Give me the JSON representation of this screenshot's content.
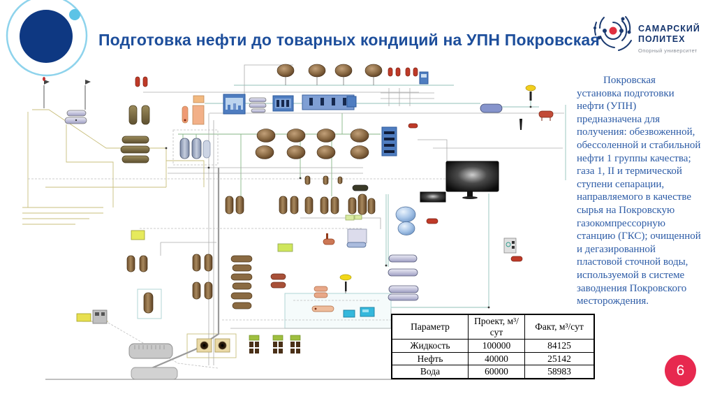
{
  "slide": {
    "title": "Подготовка нефти до товарных кондиций на УПН Покровская",
    "page_number": "6"
  },
  "logo": {
    "icon": "concentric-waves-icon",
    "name_line1": "САМАРСКИЙ",
    "name_line2": "ПОЛИТЕХ",
    "subtitle": "Опорный университет"
  },
  "description": {
    "text": "Покровская установка подготовки нефти (УПН) предназначена для получения: обезвоженной, обессоленной и стабильной нефти 1 группы качества; газа 1, II и термической ступени сепарации, направляемого в качестве сырья на Покровскую газокомпрессорную станцию (ГКС); очищенной и дегазированной пластовой сточной воды, используемой в системе заводнения Покровского месторождения."
  },
  "table": {
    "headers": [
      "Параметр",
      "Проект, м³/сут",
      "Факт, м³/сут"
    ],
    "rows": [
      {
        "parameter": "Жидкость",
        "project": "100000",
        "fact": "84125"
      },
      {
        "parameter": "Нефть",
        "project": "40000",
        "fact": "25142"
      },
      {
        "parameter": "Вода",
        "project": "60000",
        "fact": "58983"
      }
    ]
  },
  "colors": {
    "title_navy": "#1d4e9b",
    "body_text_navy": "#2c5ba6",
    "page_badge_red": "#e7294f",
    "deco_circle_navy": "#0e3882",
    "deco_light_blue": "#5cc3e6",
    "logo_navy": "#1b3a70",
    "logo_red": "#e03040",
    "table_border": "#000000"
  }
}
